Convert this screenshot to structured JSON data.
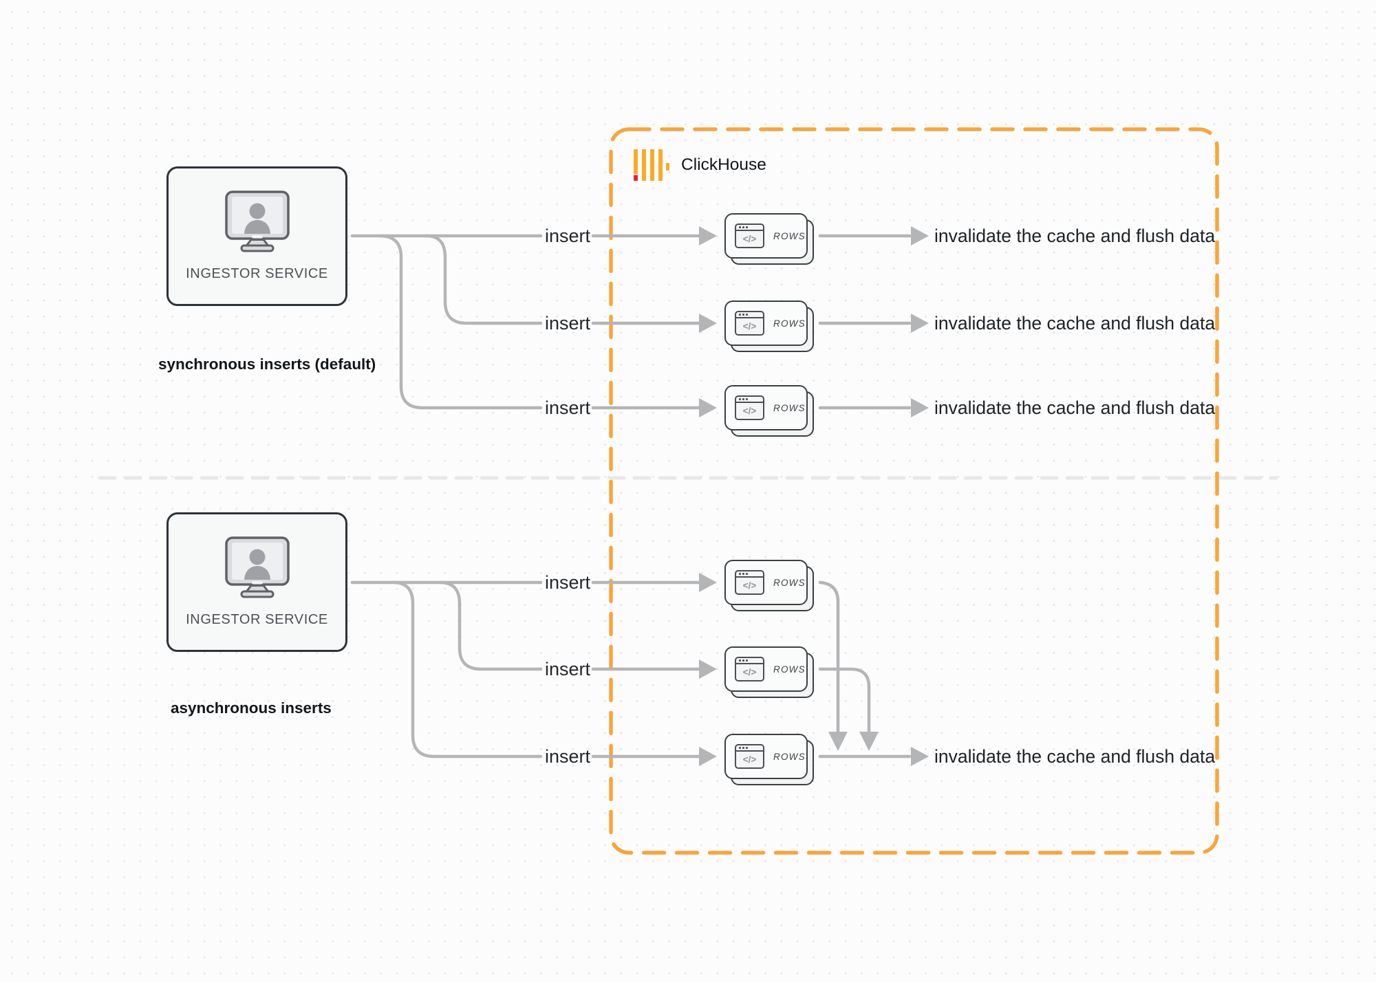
{
  "clickhouse": {
    "label": "ClickHouse"
  },
  "node_label": "INGESTOR SERVICE",
  "sections": {
    "sync": {
      "caption": "synchronous inserts (default)"
    },
    "async": {
      "caption": "asynchronous inserts"
    }
  },
  "edge_label": "insert",
  "outcome_label": "invalidate the cache and flush data",
  "rows_card": {
    "label": "ROWS",
    "code_glyph": "</>"
  },
  "colors": {
    "accent_orange": "#F9A53C",
    "logo_yellow": "#FAAA28",
    "logo_red": "#E8242B",
    "line_gray": "#B4B5B7",
    "divider_gray": "#E7E8E8"
  }
}
